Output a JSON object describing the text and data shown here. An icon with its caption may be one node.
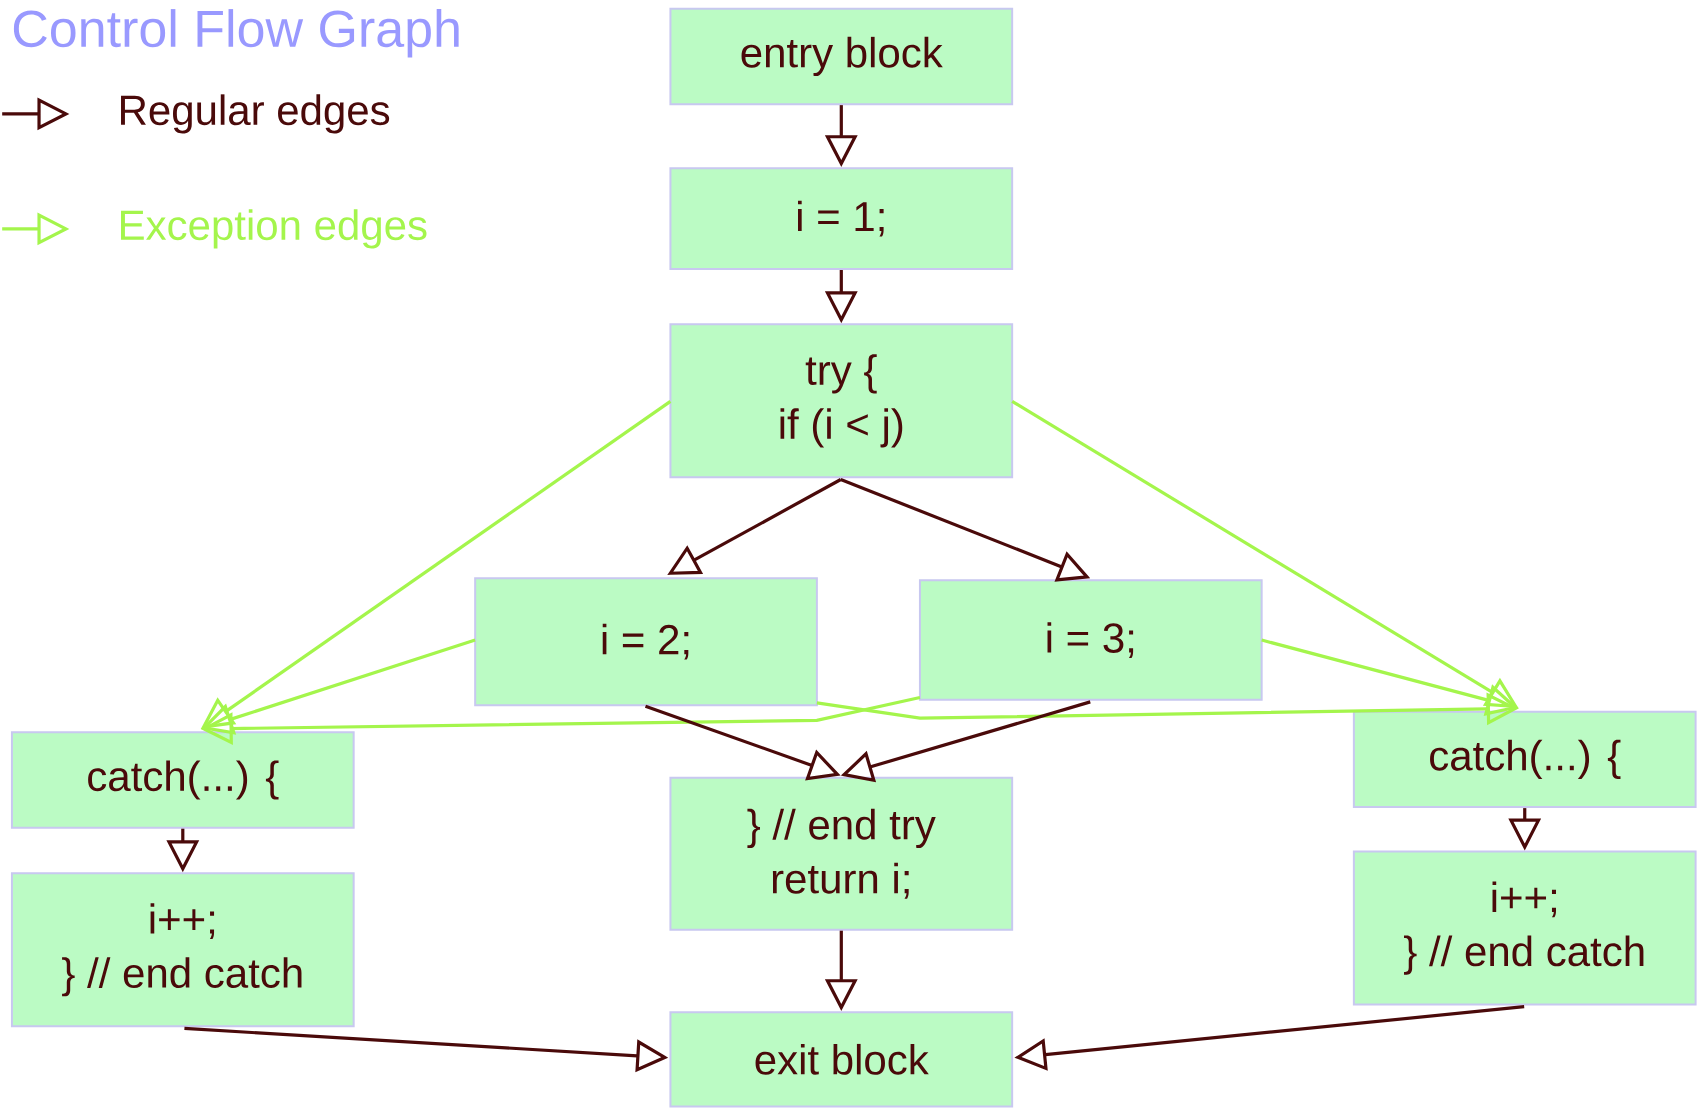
{
  "diagram": {
    "title": "Control Flow Graph",
    "nodes": [
      {
        "text": [
          "entry block"
        ]
      },
      {
        "text": [
          "i = 1;"
        ]
      },
      {
        "text": [
          "try {",
          "if (i < j)"
        ]
      },
      {
        "text": [
          "i = 2;"
        ]
      },
      {
        "text": [
          "i = 3;"
        ]
      },
      {
        "text": [
          "catch(...) {"
        ]
      },
      {
        "text": [
          "i++;",
          "} // end catch"
        ]
      },
      {
        "text": [
          "} // end try",
          "return i;"
        ]
      },
      {
        "text": [
          "catch(...) {"
        ]
      },
      {
        "text": [
          "i++;",
          "} // end catch"
        ]
      },
      {
        "text": [
          "exit block"
        ]
      }
    ],
    "edges": [
      {
        "from": 0,
        "to": 1,
        "arrow": "to"
      },
      {
        "from": 1,
        "to": 2,
        "arrow": "to"
      },
      {
        "from": 2,
        "to": 3,
        "arrow": "to"
      },
      {
        "from": 2,
        "to": 4,
        "arrow": "to"
      },
      {
        "from": 2,
        "to": 5,
        "arrow": "to",
        "color": "#a4f54c"
      },
      {
        "from": 2,
        "to": 8,
        "arrow": "to",
        "color": "#a4f54c"
      },
      {
        "from": 3,
        "to": 5,
        "arrow": "to",
        "color": "#a4f54c"
      },
      {
        "from": 3,
        "to": 8,
        "arrow": "to",
        "color": "#a4f54c"
      },
      {
        "from": 4,
        "to": 5,
        "arrow": "to",
        "color": "#a4f54c"
      },
      {
        "from": 4,
        "to": 8,
        "arrow": "to",
        "color": "#a4f54c"
      },
      {
        "from": 3,
        "to": 7,
        "arrow": "to"
      },
      {
        "from": 4,
        "to": 7,
        "arrow": "to"
      },
      {
        "from": 5,
        "to": 6,
        "arrow": "to"
      },
      {
        "from": 8,
        "to": 9,
        "arrow": "to"
      },
      {
        "from": 7,
        "to": 10,
        "arrow": "to"
      },
      {
        "from": 6,
        "to": 10,
        "arrow": "to"
      },
      {
        "from": 9,
        "to": 10,
        "arrow": "to"
      }
    ],
    "legend": [
      {
        "text": "Regular edges"
      },
      {
        "text": "Exception edges"
      }
    ]
  }
}
